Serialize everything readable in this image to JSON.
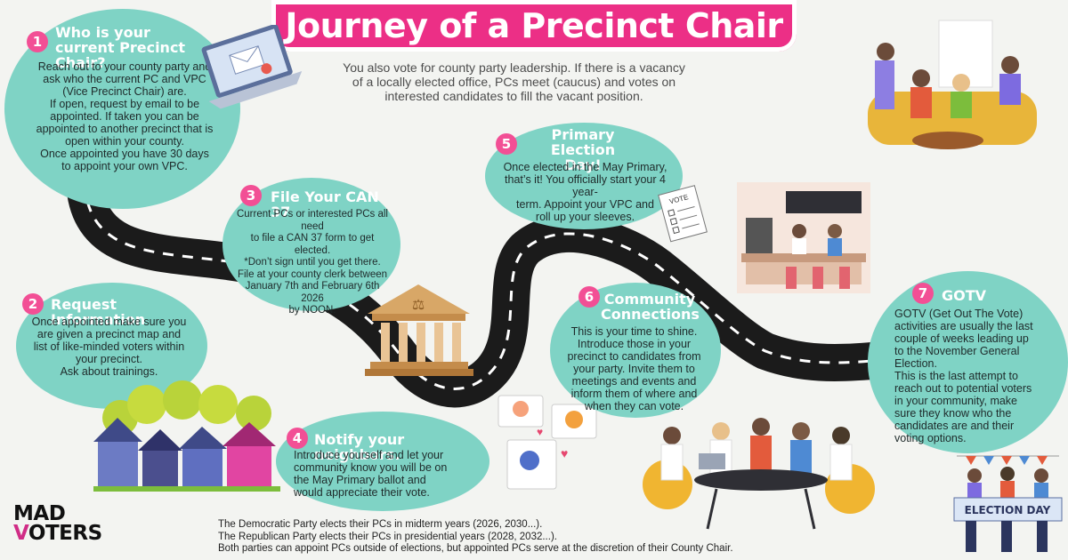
{
  "title": "Journey of a Precinct Chair",
  "subtitle": "You also vote for county party leadership. If there is a vacancy of a locally elected office, PCs meet (caucus) and votes on interested candidates to fill the vacant position.",
  "steps": [
    {
      "number": "1",
      "title": "Who is your current Precinct Chair?",
      "lines": [
        "Reach out to your county party and",
        "ask who the current PC and VPC",
        "(Vice Precinct Chair) are.",
        "If open, request by email to be",
        "appointed. If taken you can be",
        "appointed to another precinct that is",
        "open within your county.",
        "Once appointed you have 30 days",
        "to appoint your own VPC."
      ]
    },
    {
      "number": "2",
      "title": "Request Information",
      "lines": [
        "Once appointed make sure you",
        "are given a precinct map and",
        "list of like-minded voters within",
        "your precinct.",
        "Ask about trainings."
      ]
    },
    {
      "number": "3",
      "title": "File Your CAN 37",
      "lines": [
        "Current PCs or interested PCs all need",
        "to file a CAN 37 form to get elected.",
        "*Don’t sign until you get there.",
        "File at your county clerk between",
        "January 7th and February 6th 2026",
        "by NOON."
      ]
    },
    {
      "number": "4",
      "title": "Notify your neighbors.",
      "lines": [
        "Introduce yourself and let your",
        "community know you will be on",
        "the May Primary ballot and",
        "would appreciate their vote."
      ]
    },
    {
      "number": "5",
      "title": "Primary Election Day!",
      "lines": [
        "Once elected in the May Primary,",
        "that’s it! You officially start your 4 year-",
        "term. Appoint your VPC and",
        "roll up your sleeves."
      ]
    },
    {
      "number": "6",
      "title": "Community Connections",
      "lines": [
        "This is your time to shine.",
        "Introduce those in your",
        "precinct to candidates from",
        "your party. Invite them to",
        "meetings and events and",
        "inform them of where and",
        "when they can vote."
      ]
    },
    {
      "number": "7",
      "title": "GOTV",
      "lines": [
        "GOTV (Get Out The Vote)",
        "activities are usually the last",
        "couple of weeks leading up",
        "to the November General",
        "Election.",
        "This is the last attempt to",
        "reach out to potential voters",
        "in your community, make",
        "sure they know who the",
        "candidates are and their",
        "voting options."
      ]
    }
  ],
  "footer": [
    "The Democratic Party elects their PCs in midterm years (2026, 2030...).",
    "The Republican Party elects their PCs in presidential years (2028, 2032...).",
    "Both parties can appoint PCs outside of elections, but appointed PCs serve at the discretion of their County Chair."
  ],
  "logo": {
    "line1": "MAD",
    "line2_a": "V",
    "line2_b": "OTERS"
  },
  "vote_sign": "VOTE",
  "election_day_banner": "ELECTION DAY",
  "colors": {
    "pink": "#ec2f86",
    "teal": "#7fd3c5",
    "road": "#1b1b1b"
  },
  "icons": [
    "laptop-mail-icon",
    "courthouse-icon",
    "people-party-illustration",
    "cafe-illustration",
    "houses-illustration",
    "social-media-illustration",
    "meeting-table-illustration",
    "election-day-people-illustration"
  ]
}
